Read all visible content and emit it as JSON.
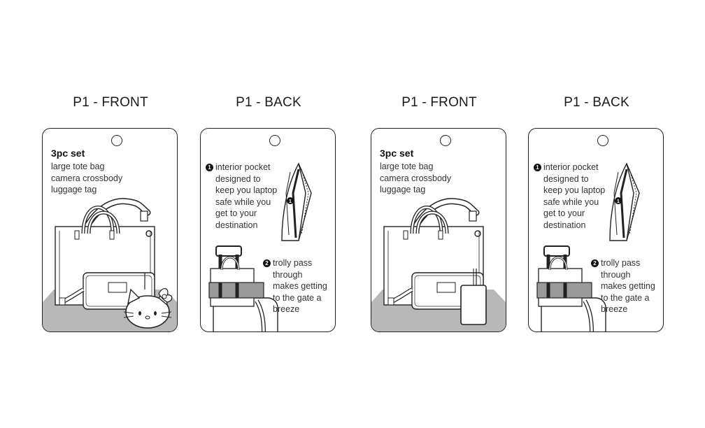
{
  "panels": [
    {
      "title": "P1 - FRONT"
    },
    {
      "title": "P1 - BACK"
    },
    {
      "title": "P1 - FRONT"
    },
    {
      "title": "P1 - BACK"
    }
  ],
  "front": {
    "set_title": "3pc set",
    "lines": [
      "large tote bag",
      "camera crossbody",
      "luggage tag"
    ]
  },
  "back": {
    "feature1": {
      "badge": "1",
      "lines": [
        "interior pocket",
        "designed to",
        "keep you laptop",
        "safe while you",
        "get to your",
        "destination"
      ]
    },
    "feature2": {
      "badge": "2",
      "lines": [
        "trolly pass",
        "through",
        "makes getting",
        "to the gate a",
        "breeze"
      ]
    }
  },
  "colors": {
    "floor_shadow": "#b8b8b8",
    "stroke": "#222222",
    "band": "#9a9a9a"
  }
}
